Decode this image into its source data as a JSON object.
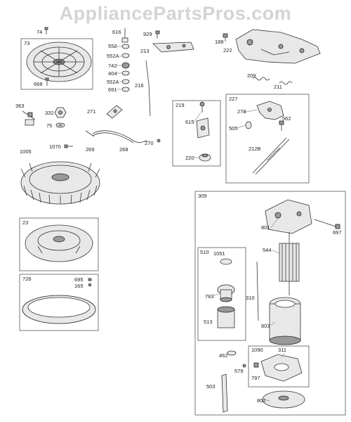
{
  "watermark": "AppliancePartsPros.com",
  "labels": {
    "p74": "74",
    "p73": "73",
    "p668": "668",
    "p616": "616",
    "p552": "552",
    "p552a": "552A",
    "p742": "742",
    "p404": "404",
    "p552a2": "552A",
    "p691": "691",
    "p929": "929",
    "p213": "213",
    "p216": "216",
    "p188": "188",
    "p222": "222",
    "p209": "209",
    "p211": "211",
    "p363": "363",
    "p332": "332",
    "p75": "75",
    "p271": "271",
    "p219": "219",
    "p615": "615",
    "p227": "227",
    "p278": "278",
    "p562": "562",
    "p505": "505",
    "p1070": "1070",
    "p269": "269",
    "p268": "268",
    "p270": "270",
    "p220": "220",
    "p212b": "212B",
    "p1005": "1005",
    "p309": "309",
    "p801": "801",
    "p697": "697",
    "p23": "23",
    "p510": "510",
    "p1051": "1051",
    "p544": "544",
    "p726": "726",
    "p695": "695",
    "p165": "165",
    "p783": "783",
    "p310": "310",
    "p513": "513",
    "p803": "803",
    "p462": "462",
    "p1090": "1090",
    "p311": "311",
    "p579": "579",
    "p797": "797",
    "p503": "503",
    "p802": "802"
  }
}
